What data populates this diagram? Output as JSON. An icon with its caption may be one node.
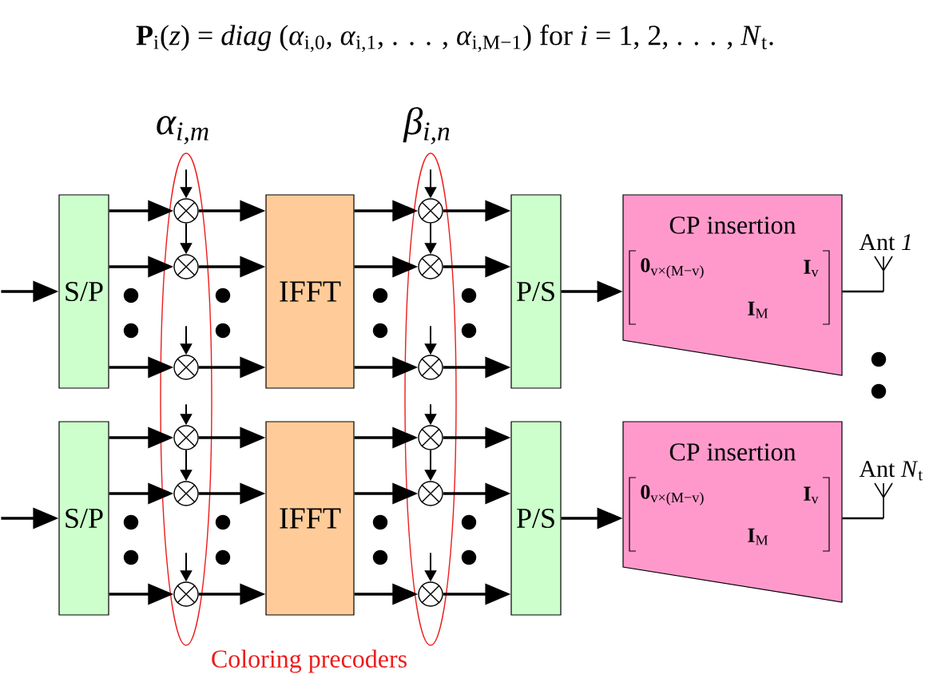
{
  "diagram": {
    "title": "**P**$_{i}$(*z*) = *diag* (*α*$_{i,0}$, *α*$_{i,1}$, . . . , *α*$_{i,M−1}$)   for *i* = 1, 2, . . . , *N*$_{t}$.",
    "nodes": [
      {
        "text": [],
        "shape": "ellipse",
        "beside": [
          "α$_{i,m}$"
        ]
      },
      {
        "text": [],
        "shape": "ellipse",
        "beside": [
          "β$_{i,n}$"
        ]
      },
      {
        "text": [
          "S/P"
        ]
      },
      {
        "text": [],
        "shape": "circle",
        "in": 0
      },
      {
        "text": [],
        "shape": "circle",
        "in": 0
      },
      {
        "text": [],
        "shape": "circle",
        "in": 0
      },
      {
        "text": [
          "IFFT"
        ]
      },
      {
        "text": [],
        "shape": "circle",
        "in": 1
      },
      {
        "text": [],
        "shape": "circle",
        "in": 1
      },
      {
        "text": [],
        "shape": "circle",
        "in": 1
      },
      {
        "text": [
          "P/S"
        ]
      },
      {
        "text": [
          "CP insertion",
          "**0**$_{v×(M−v)}$",
          "**I**$_{v}$",
          "**I**$_{M}$"
        ]
      },
      {
        "text": [
          "Ant *1*"
        ]
      },
      {
        "text": [
          "S/P"
        ]
      },
      {
        "text": [],
        "shape": "circle",
        "in": 0
      },
      {
        "text": [],
        "shape": "circle",
        "in": 0
      },
      {
        "text": [],
        "shape": "circle",
        "in": 0
      },
      {
        "text": [
          "IFFT"
        ]
      },
      {
        "text": [],
        "shape": "circle",
        "in": 1
      },
      {
        "text": [],
        "shape": "circle",
        "in": 1
      },
      {
        "text": [],
        "shape": "circle",
        "in": 1
      },
      {
        "text": [
          "P/S"
        ]
      },
      {
        "text": [
          "CP insertion",
          "**0**$_{v×(M−v)}$",
          "**I**$_{v}$",
          "**I**$_{M}$"
        ]
      },
      {
        "text": [
          "Ant *N*$_{t}$"
        ]
      }
    ],
    "edges": [
      {
        "from": null,
        "to": 2,
        "arrow": "to"
      },
      {
        "from": 2,
        "to": 3,
        "arrow": "to"
      },
      {
        "from": 2,
        "to": 4,
        "arrow": "to"
      },
      {
        "from": 2,
        "to": 5,
        "arrow": "to"
      },
      {
        "from": null,
        "to": 3,
        "arrow": "to"
      },
      {
        "from": 3,
        "to": 4,
        "arrow": "to"
      },
      {
        "from": null,
        "to": 5,
        "arrow": "to"
      },
      {
        "from": 3,
        "to": 6,
        "arrow": "to"
      },
      {
        "from": 4,
        "to": 6,
        "arrow": "to"
      },
      {
        "from": 5,
        "to": 6,
        "arrow": "to"
      },
      {
        "from": 6,
        "to": 7,
        "arrow": "to"
      },
      {
        "from": 6,
        "to": 8,
        "arrow": "to"
      },
      {
        "from": 6,
        "to": 9,
        "arrow": "to"
      },
      {
        "from": null,
        "to": 7,
        "arrow": "to"
      },
      {
        "from": 7,
        "to": 8,
        "arrow": "to"
      },
      {
        "from": null,
        "to": 9,
        "arrow": "to"
      },
      {
        "from": 7,
        "to": 10,
        "arrow": "to"
      },
      {
        "from": 8,
        "to": 10,
        "arrow": "to"
      },
      {
        "from": 9,
        "to": 10,
        "arrow": "to"
      },
      {
        "from": 10,
        "to": 11,
        "arrow": "to"
      },
      {
        "from": 11,
        "to": 12,
        "arrow": "none"
      },
      {
        "from": null,
        "to": 13,
        "arrow": "to"
      },
      {
        "from": 13,
        "to": 14,
        "arrow": "to"
      },
      {
        "from": 13,
        "to": 15,
        "arrow": "to"
      },
      {
        "from": 13,
        "to": 16,
        "arrow": "to"
      },
      {
        "from": null,
        "to": 14,
        "arrow": "to"
      },
      {
        "from": 14,
        "to": 15,
        "arrow": "to"
      },
      {
        "from": null,
        "to": 16,
        "arrow": "to"
      },
      {
        "from": 14,
        "to": 17,
        "arrow": "to"
      },
      {
        "from": 15,
        "to": 17,
        "arrow": "to"
      },
      {
        "from": 16,
        "to": 17,
        "arrow": "to"
      },
      {
        "from": 17,
        "to": 18,
        "arrow": "to"
      },
      {
        "from": 17,
        "to": 19,
        "arrow": "to"
      },
      {
        "from": 17,
        "to": 20,
        "arrow": "to"
      },
      {
        "from": null,
        "to": 18,
        "arrow": "to"
      },
      {
        "from": 18,
        "to": 19,
        "arrow": "to"
      },
      {
        "from": null,
        "to": 20,
        "arrow": "to"
      },
      {
        "from": 18,
        "to": 21,
        "arrow": "to"
      },
      {
        "from": 19,
        "to": 21,
        "arrow": "to"
      },
      {
        "from": 20,
        "to": 21,
        "arrow": "to"
      },
      {
        "from": 21,
        "to": 22,
        "arrow": "to"
      },
      {
        "from": 22,
        "to": 23,
        "arrow": "none"
      }
    ],
    "labels": [
      "Coloring precoders"
    ]
  }
}
